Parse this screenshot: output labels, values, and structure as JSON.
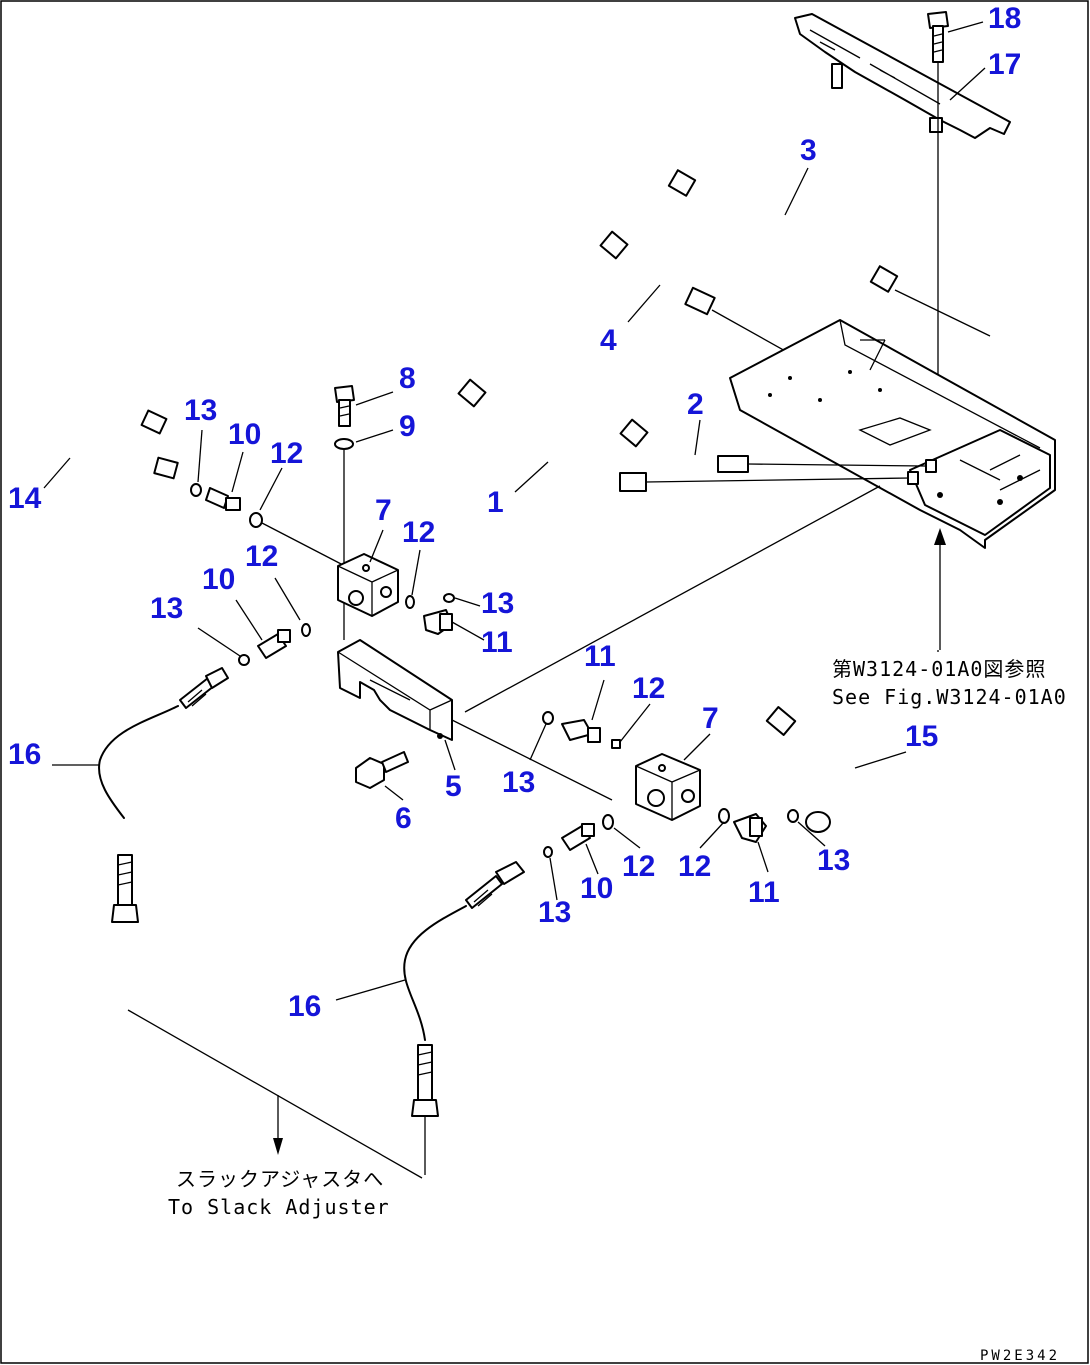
{
  "callouts": [
    {
      "id": "c18",
      "label": "18"
    },
    {
      "id": "c17",
      "label": "17"
    },
    {
      "id": "c3",
      "label": "3"
    },
    {
      "id": "c4",
      "label": "4"
    },
    {
      "id": "c2",
      "label": "2"
    },
    {
      "id": "c1",
      "label": "1"
    },
    {
      "id": "c8",
      "label": "8"
    },
    {
      "id": "c9",
      "label": "9"
    },
    {
      "id": "c14",
      "label": "14"
    },
    {
      "id": "c13a",
      "label": "13"
    },
    {
      "id": "c10a",
      "label": "10"
    },
    {
      "id": "c12a",
      "label": "12"
    },
    {
      "id": "c7a",
      "label": "7"
    },
    {
      "id": "c12b",
      "label": "12"
    },
    {
      "id": "c12c",
      "label": "12"
    },
    {
      "id": "c10b",
      "label": "10"
    },
    {
      "id": "c13b",
      "label": "13"
    },
    {
      "id": "c13c",
      "label": "13"
    },
    {
      "id": "c11a",
      "label": "11"
    },
    {
      "id": "c16a",
      "label": "16"
    },
    {
      "id": "c5",
      "label": "5"
    },
    {
      "id": "c6",
      "label": "6"
    },
    {
      "id": "c11b",
      "label": "11"
    },
    {
      "id": "c12d",
      "label": "12"
    },
    {
      "id": "c7b",
      "label": "7"
    },
    {
      "id": "c15",
      "label": "15"
    },
    {
      "id": "c13d",
      "label": "13"
    },
    {
      "id": "c12e",
      "label": "12"
    },
    {
      "id": "c12f",
      "label": "12"
    },
    {
      "id": "c11c",
      "label": "11"
    },
    {
      "id": "c13e",
      "label": "13"
    },
    {
      "id": "c10c",
      "label": "10"
    },
    {
      "id": "c13f",
      "label": "13"
    },
    {
      "id": "c16b",
      "label": "16"
    }
  ],
  "notes": {
    "see_fig_jp": "第W3124-01A0図参照",
    "see_fig_en": "See Fig.W3124-01A0",
    "to_slack_jp": "スラックアジャスタへ",
    "to_slack_en": "To Slack Adjuster"
  },
  "drawing_code": "PW2E342"
}
